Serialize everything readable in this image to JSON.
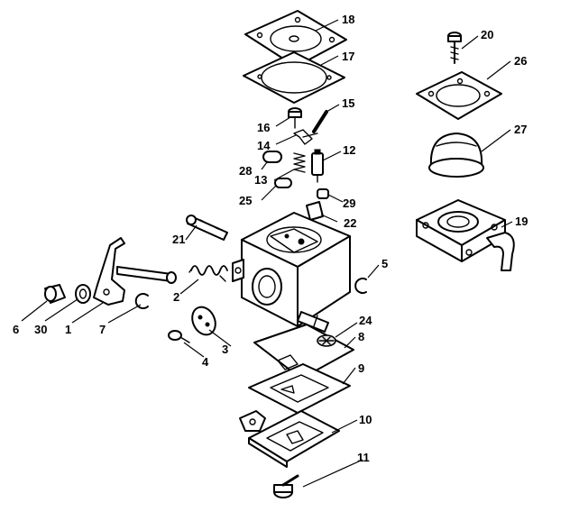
{
  "callouts": [
    {
      "id": "1",
      "text": "1"
    },
    {
      "id": "2",
      "text": "2"
    },
    {
      "id": "3",
      "text": "3"
    },
    {
      "id": "4",
      "text": "4"
    },
    {
      "id": "5",
      "text": "5"
    },
    {
      "id": "6",
      "text": "6"
    },
    {
      "id": "7",
      "text": "7"
    },
    {
      "id": "8",
      "text": "8"
    },
    {
      "id": "9",
      "text": "9"
    },
    {
      "id": "10",
      "text": "10"
    },
    {
      "id": "11",
      "text": "11"
    },
    {
      "id": "12",
      "text": "12"
    },
    {
      "id": "13",
      "text": "13"
    },
    {
      "id": "14",
      "text": "14"
    },
    {
      "id": "15",
      "text": "15"
    },
    {
      "id": "16",
      "text": "16"
    },
    {
      "id": "17",
      "text": "17"
    },
    {
      "id": "18",
      "text": "18"
    },
    {
      "id": "19",
      "text": "19"
    },
    {
      "id": "20",
      "text": "20"
    },
    {
      "id": "21",
      "text": "21"
    },
    {
      "id": "22",
      "text": "22"
    },
    {
      "id": "24",
      "text": "24"
    },
    {
      "id": "25",
      "text": "25"
    },
    {
      "id": "26",
      "text": "26"
    },
    {
      "id": "27",
      "text": "27"
    },
    {
      "id": "28",
      "text": "28"
    },
    {
      "id": "29",
      "text": "29"
    },
    {
      "id": "30",
      "text": "30"
    }
  ]
}
